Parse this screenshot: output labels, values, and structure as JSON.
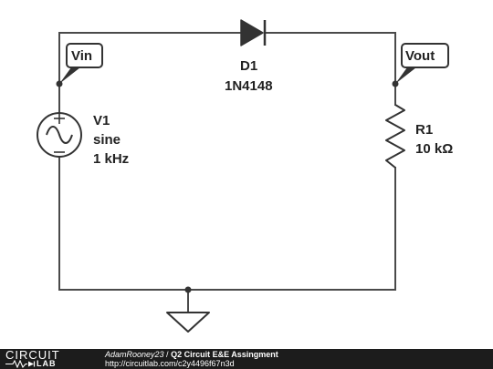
{
  "diagram": {
    "source": {
      "ref": "V1",
      "type": "sine",
      "frequency": "1 kHz"
    },
    "diode": {
      "ref": "D1",
      "part": "1N4148"
    },
    "resistor": {
      "ref": "R1",
      "value": "10 kΩ"
    },
    "probes": {
      "input": "Vin",
      "output": "Vout"
    }
  },
  "footer": {
    "logo_top": "CIRCUIT",
    "logo_bottom": "LAB",
    "author": "AdamRooney23",
    "separator": " / ",
    "title": "Q2 Circuit E&E Assingment",
    "url": "http://circuitlab.com/c2y4496f67n3d"
  },
  "colors": {
    "wire": "#4a4a4a",
    "footer_bg": "#1c1c1c",
    "text": "#222222"
  }
}
